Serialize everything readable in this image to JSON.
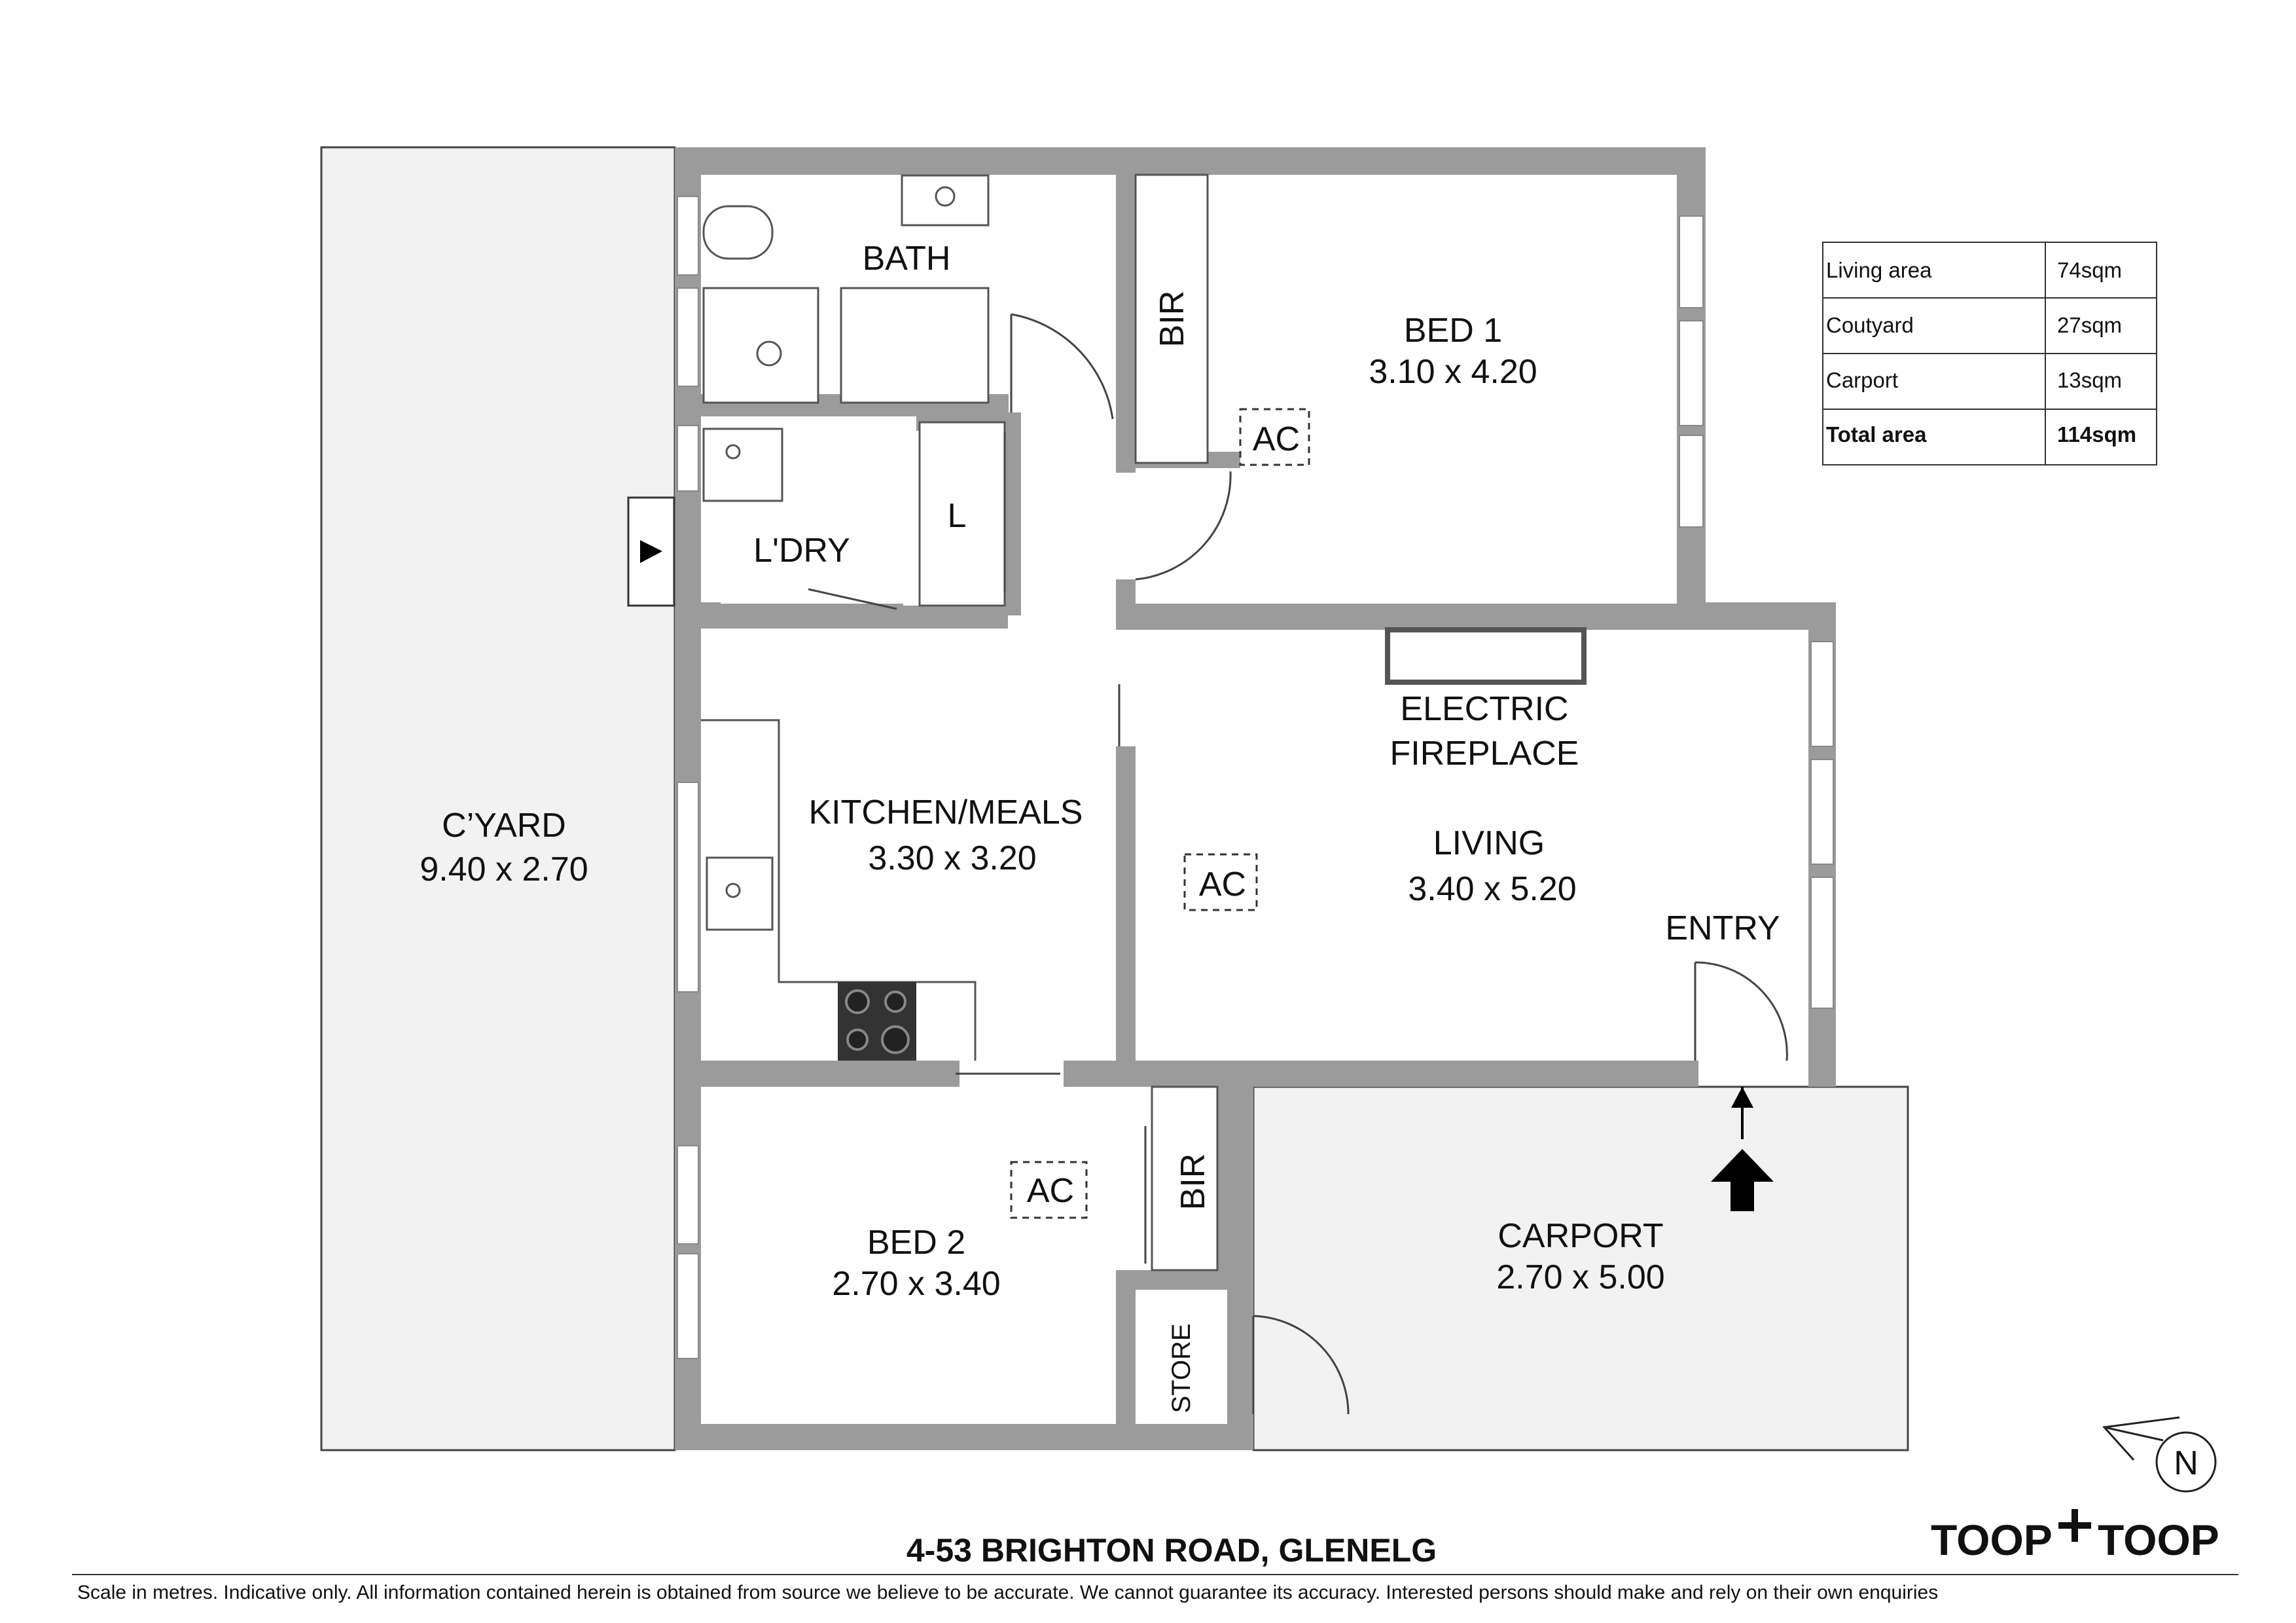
{
  "rooms": {
    "courtyard": {
      "name": "C’YARD",
      "size": "9.40 x 2.70"
    },
    "bath": {
      "name": "BATH"
    },
    "bed1_robe": {
      "name": "BIR"
    },
    "bed1": {
      "name": "BED 1",
      "size": "3.10 x 4.20"
    },
    "laundry": {
      "name": "L'DRY"
    },
    "linen": {
      "name": "L"
    },
    "fireplace": {
      "name_line1": "ELECTRIC",
      "name_line2": "FIREPLACE"
    },
    "kitchen": {
      "name": "KITCHEN/MEALS",
      "size": "3.30 x 3.20"
    },
    "living": {
      "name": "LIVING",
      "size": "3.40 x 5.20"
    },
    "entry": {
      "name": "ENTRY"
    },
    "bed2": {
      "name": "BED 2",
      "size": "2.70 x 3.40"
    },
    "bed2_robe": {
      "name": "BIR"
    },
    "store": {
      "name": "STORE"
    },
    "carport": {
      "name": "CARPORT",
      "size": "2.70 x 5.00"
    }
  },
  "ac_units": [
    "AC",
    "AC",
    "AC"
  ],
  "area_table": {
    "rows": [
      {
        "label": "Living area",
        "value": "74sqm"
      },
      {
        "label": "Coutyard",
        "value": "27sqm"
      },
      {
        "label": "Carport",
        "value": "13sqm"
      }
    ],
    "total": {
      "label": "Total area",
      "value": "114sqm"
    }
  },
  "compass": {
    "letter": "N",
    "icon": "north-arrow-icon"
  },
  "address": "4-53 BRIGHTON ROAD, GLENELG",
  "brand": {
    "left": "TOOP",
    "right": "TOOP",
    "separator_icon": "plus-icon"
  },
  "disclaimer": "Scale in metres. Indicative only. All information contained herein is obtained from source we believe to be accurate. We cannot guarantee its accuracy. Interested persons should make and rely on their own enquiries",
  "colors": {
    "wall": "#9b9b9b",
    "outdoor": "#f1f2f1",
    "text": "#111111"
  }
}
